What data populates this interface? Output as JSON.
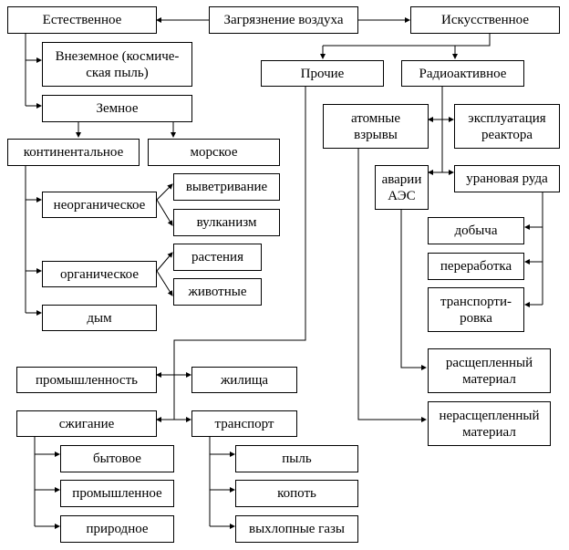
{
  "nodes": {
    "root": "Загрязнение воздуха",
    "natural": "Естественное",
    "artificial": "Искусственное",
    "extraterrestrial": "Внеземное (космиче-\nская пыль)",
    "terrestrial": "Земное",
    "continental": "континентальное",
    "marine": "морское",
    "inorganic": "неорганическое",
    "weathering": "выветривание",
    "volcanism": "вулканизм",
    "organic": "органическое",
    "plants": "растения",
    "animals": "животные",
    "smoke": "дым",
    "other": "Прочие",
    "radioactive": "Радиоактивное",
    "nuclear_explosions": "атомные\nвзрывы",
    "reactor_operation": "эксплуатация\nреактора",
    "npp_accidents": "аварии\nАЭС",
    "uranium_ore": "урановая руда",
    "mining": "добыча",
    "processing": "переработка",
    "transportation": "транспорти-\nровка",
    "fissioned_material": "расщепленный\nматериал",
    "unfissioned_material": "нерасщепленный\nматериал",
    "industry": "промышленность",
    "housing": "жилища",
    "combustion": "сжигание",
    "transport": "транспорт",
    "domestic": "бытовое",
    "industrial": "промышленное",
    "natural_combustion": "природное",
    "dust": "пыль",
    "soot": "копоть",
    "exhaust": "выхлопные газы"
  }
}
